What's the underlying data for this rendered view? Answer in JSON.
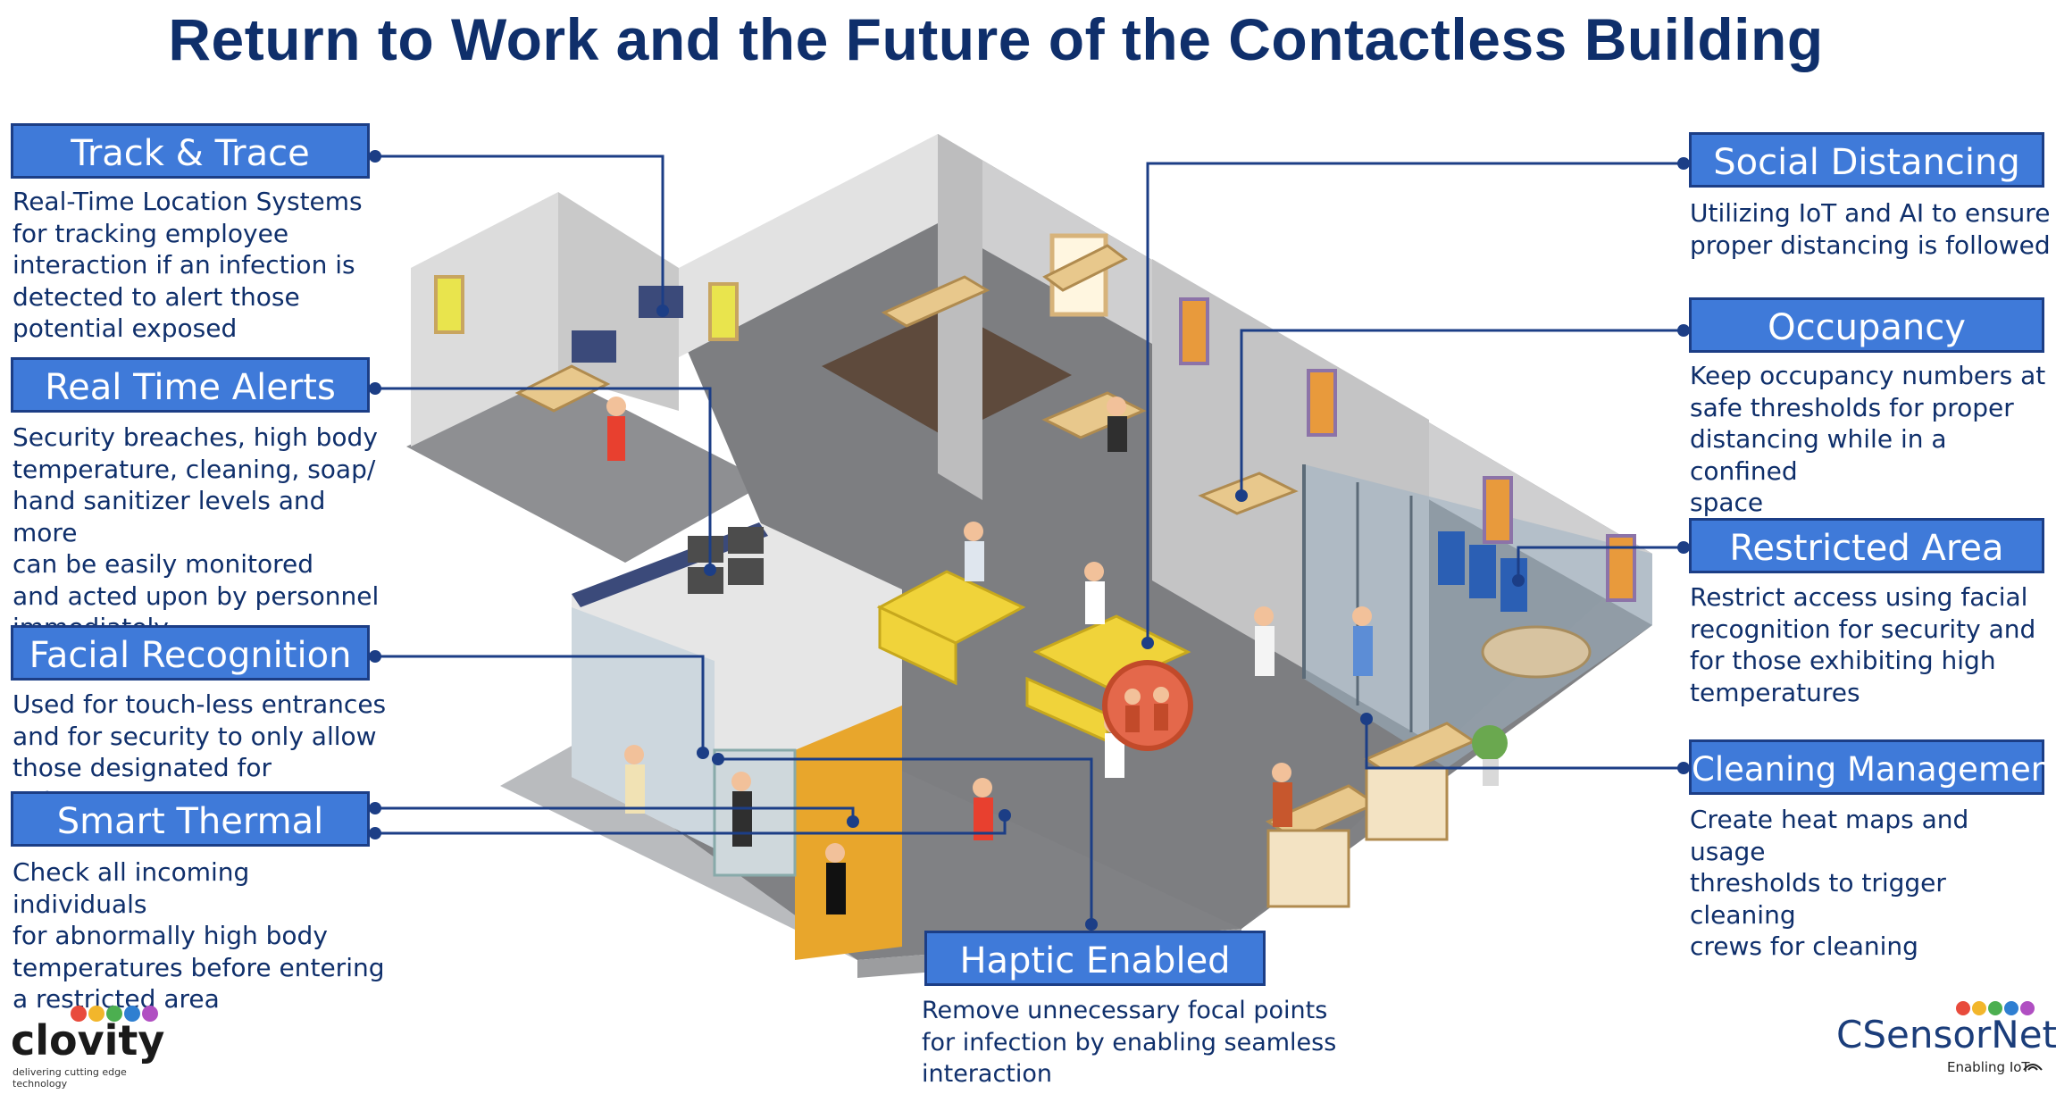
{
  "title": "Return to Work and the Future of the Contactless Building",
  "colors": {
    "header_fill": "#3f7ad9",
    "header_border": "#1c3e86",
    "text": "#0f2f6b",
    "connector": "#1c3e86"
  },
  "features": {
    "track_trace": {
      "heading": "Track & Trace",
      "description": "Real-Time Location Systems\nfor tracking employee\ninteraction if an infection is\ndetected to alert those\npotential exposed"
    },
    "real_time_alerts": {
      "heading": "Real Time Alerts",
      "description": "Security breaches, high body\ntemperature, cleaning, soap/\nhand sanitizer levels and more\ncan be easily monitored\nand acted upon by personnel\nimmediately"
    },
    "facial_recognition": {
      "heading": "Facial Recognition",
      "description": "Used for touch-less entrances\nand for security to only allow\nthose designated for entrance"
    },
    "smart_thermal": {
      "heading": "Smart Thermal",
      "description": "Check all incoming individuals\nfor abnormally high body\ntemperatures before entering\na restricted area"
    },
    "social_distancing": {
      "heading": "Social Distancing",
      "description": "Utilizing IoT and AI to ensure\nproper distancing is followed"
    },
    "occupancy": {
      "heading": "Occupancy",
      "description": "Keep occupancy numbers at\nsafe thresholds for proper\ndistancing while in a confined\nspace"
    },
    "restricted_area": {
      "heading": "Restricted Area",
      "description": "Restrict access using facial\nrecognition for security and\nfor those exhibiting high\ntemperatures"
    },
    "cleaning_management": {
      "heading": "Cleaning Management",
      "description": "Create heat maps and usage\nthresholds to trigger cleaning\ncrews for cleaning"
    },
    "haptic_enabled": {
      "heading": "Haptic Enabled",
      "description": "Remove unnecessary focal points\nfor infection by enabling seamless\ninteraction"
    }
  },
  "logos": {
    "left": {
      "name": "clovity",
      "tagline": "delivering cutting edge technology"
    },
    "right": {
      "name": "CSensorNet",
      "tagline": "Enabling IoT"
    }
  },
  "icons": [
    "clovity-logo",
    "csensornet-logo",
    "wifi-signal-icon"
  ]
}
